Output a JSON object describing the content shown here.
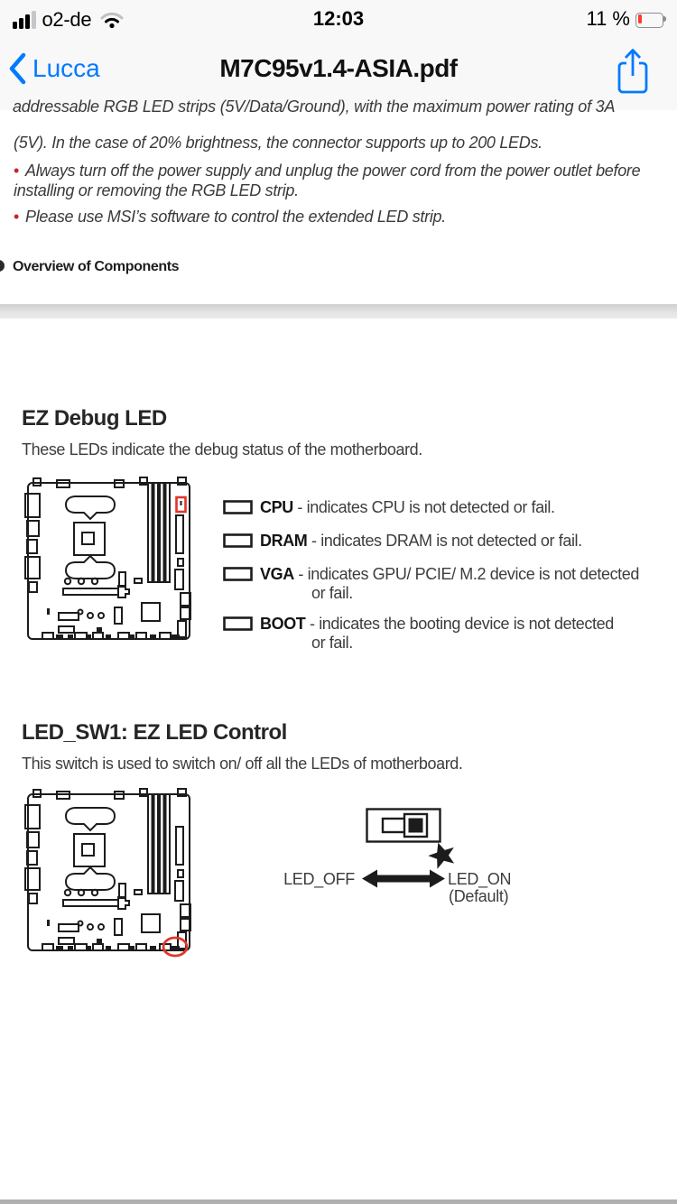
{
  "status_bar": {
    "carrier": "o2-de",
    "time": "12:03",
    "battery_text": "11 %"
  },
  "nav_bar": {
    "back_label": "Lucca",
    "title": "M7C95v1.4-ASIA.pdf"
  },
  "icons": {
    "signal": "cellular-signal-3-of-4-bars",
    "wifi": "wifi-medium",
    "battery": "battery-low-red",
    "back": "chevron-left-icon",
    "share": "share-icon",
    "led_box": "led-rectangle-outline",
    "star": "star-pointer",
    "arrow": "double-headed-arrow"
  },
  "page1": {
    "bullet_glyph": "•",
    "clipped_line": "addressable RGB LED strips (5V/Data/Ground), with the maximum power rating of 3A",
    "intro_line": "(5V). In the case of 20% brightness, the connector supports up to 200 LEDs.",
    "bullet1": "Always turn off the power supply and unplug the power cord from the power outlet before installing or removing the RGB LED strip.",
    "bullet2": "Please use MSI’s software to control the extended LED strip.",
    "overview_heading": "Overview of Components"
  },
  "debug_led": {
    "heading": "EZ Debug LED",
    "description": "These LEDs indicate the debug status of the motherboard.",
    "legend": [
      {
        "label": "CPU",
        "text": "- indicates CPU is not detected or fail.",
        "text2": ""
      },
      {
        "label": "DRAM",
        "text": "- indicates DRAM is not detected or fail.",
        "text2": ""
      },
      {
        "label": "VGA",
        "text": "- indicates GPU/ PCIE/ M.2 device is not detected",
        "text2": "or fail."
      },
      {
        "label": "BOOT",
        "text": "- indicates the booting device is not detected",
        "text2": "or fail."
      }
    ]
  },
  "led_sw": {
    "heading": "LED_SW1: EZ LED Control",
    "description": "This switch is used to switch on/ off all the LEDs of motherboard.",
    "off_label": "LED_OFF",
    "on_label": "LED_ON",
    "on_sublabel": "(Default)"
  },
  "colors": {
    "accent": "#007aff",
    "bullet_red": "#c8232b",
    "highlight_red": "#e0352b",
    "battery_red": "#ff3b30"
  }
}
